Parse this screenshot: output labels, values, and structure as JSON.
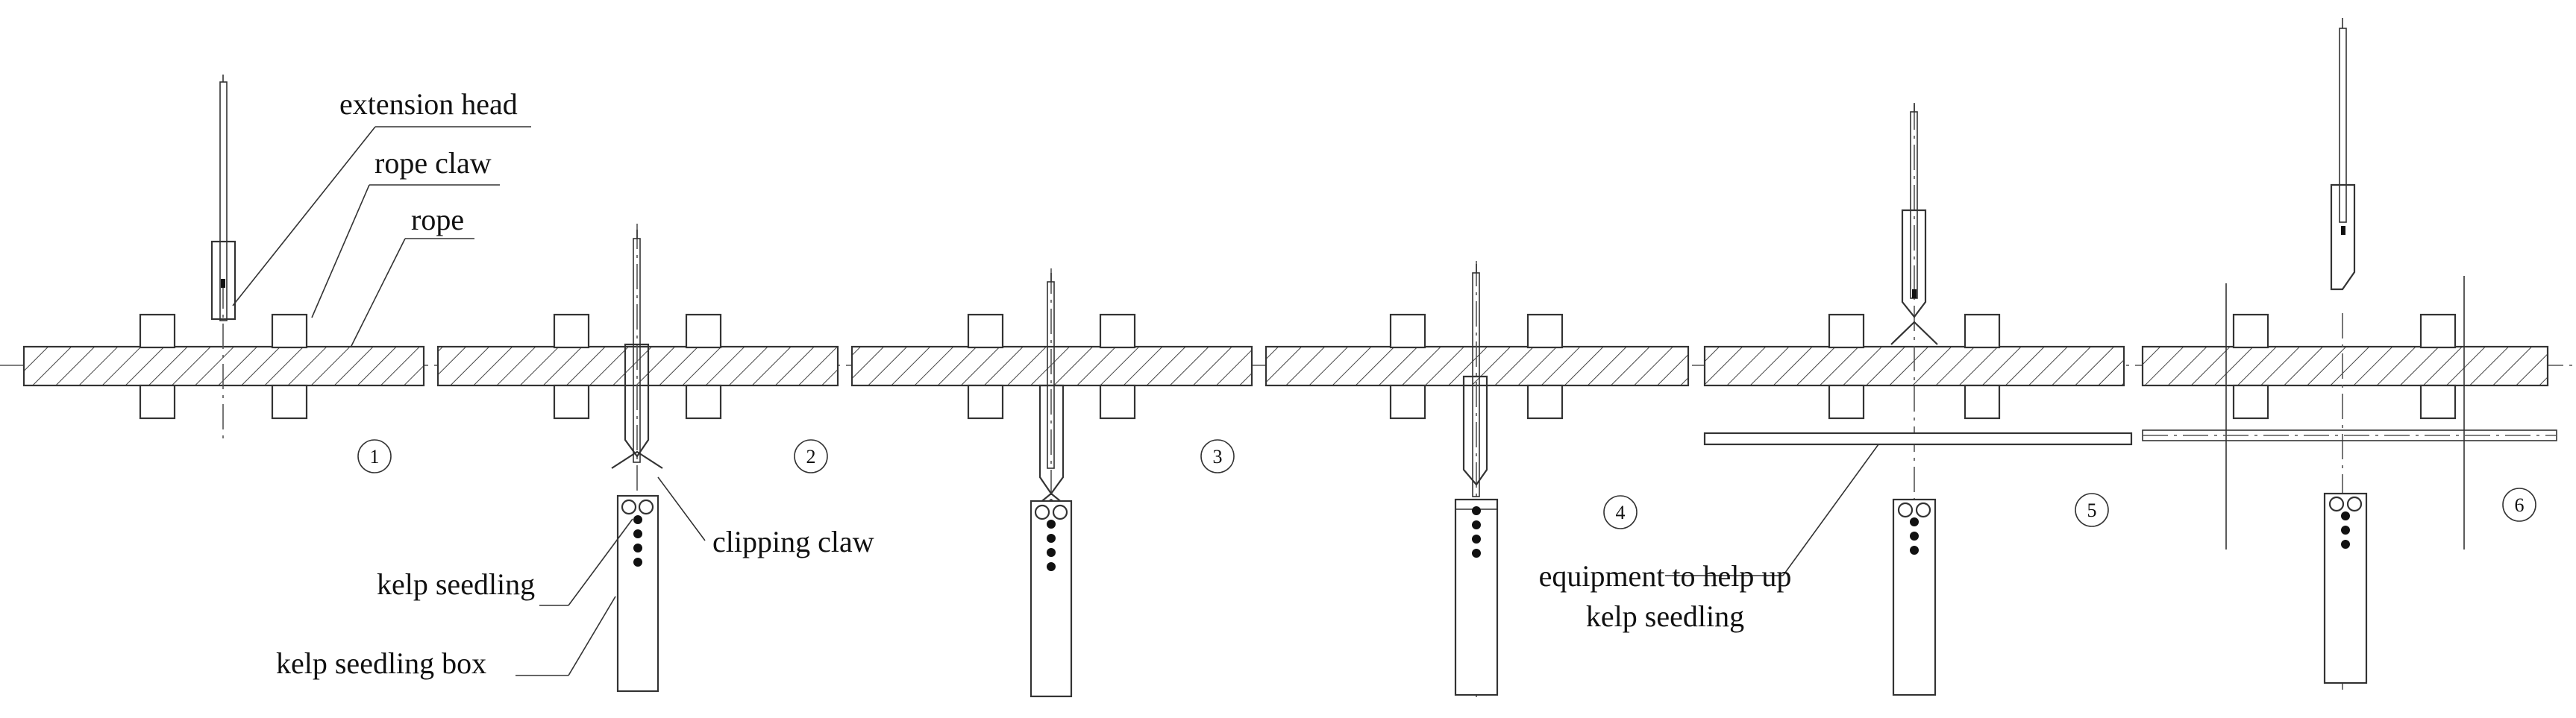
{
  "labels": {
    "extension_head": "extension head",
    "rope_claw": "rope claw",
    "rope": "rope",
    "clipping_claw": "clipping claw",
    "kelp_seedling": "kelp seedling",
    "kelp_seedling_box": "kelp seedling box",
    "equipment_line1": "equipment to help up",
    "equipment_line2": "kelp seedling"
  },
  "steps": [
    "1",
    "2",
    "3",
    "4",
    "5",
    "6"
  ]
}
